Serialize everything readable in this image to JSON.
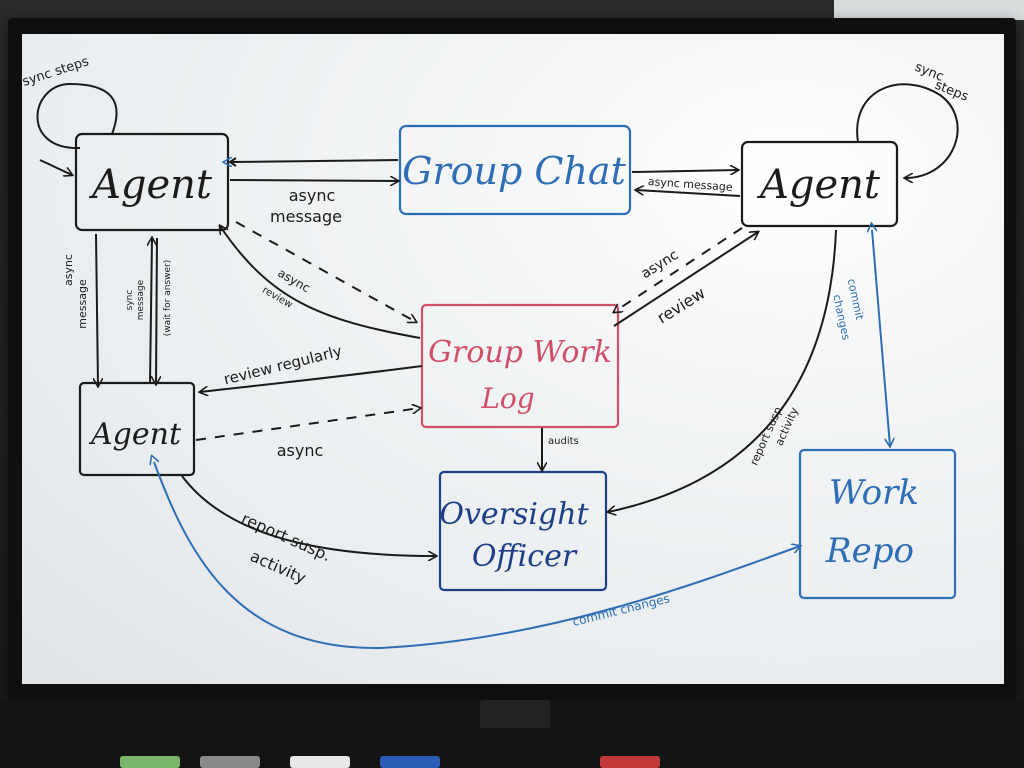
{
  "colors": {
    "black_ink": "#1b1b1b",
    "blue_ink": "#2f6db5",
    "navy_ink": "#1e3f86",
    "red_ink": "#d0506a"
  },
  "nodes": {
    "agent_top_left": "Agent",
    "group_chat": "Group Chat",
    "agent_top_right": "Agent",
    "group_work_log_line1": "Group Work",
    "group_work_log_line2": "Log",
    "agent_bottom_left": "Agent",
    "oversight_officer_line1": "Oversight",
    "oversight_officer_line2": "Officer",
    "work_repo_line1": "Work",
    "work_repo_line2": "Repo"
  },
  "labels": {
    "sync_steps_left": "sync steps",
    "sync_steps_right_line1": "sync",
    "sync_steps_right_line2": "steps",
    "async_message_center_line1": "async",
    "async_message_center_line2": "message",
    "async_message_right": "async message",
    "async_message_vertical_line1": "async",
    "async_message_vertical_line2": "message",
    "sync_message_vertical_line1": "sync",
    "sync_message_vertical_line2": "message",
    "sync_message_vertical_line3": "(wait for answer)",
    "async_review_left_line1": "async",
    "async_review_left_line2": "review",
    "async_review_right_line1": "async",
    "async_review_right_line2": "review",
    "review_regularly": "review regularly",
    "async_bottom": "async",
    "audits": "audits",
    "report_susp_left_line1": "report susp.",
    "report_susp_left_line2": "activity",
    "report_susp_right_line1": "report susp.",
    "report_susp_right_line2": "activity",
    "commit_changes_right_line1": "commit",
    "commit_changes_right_line2": "changes",
    "commit_changes_bottom": "commit changes"
  }
}
